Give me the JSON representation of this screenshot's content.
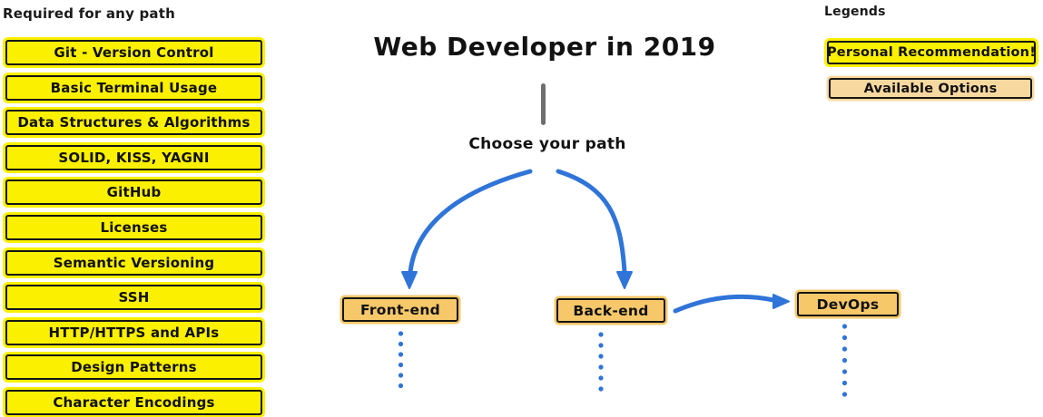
{
  "title": "Web Developer in 2019",
  "choose_path_label": "Choose your path",
  "required_section": {
    "heading": "Required for any path",
    "items": [
      "Git - Version Control",
      "Basic Terminal Usage",
      "Data Structures & Algorithms",
      "SOLID, KISS, YAGNI",
      "GitHub",
      "Licenses",
      "Semantic Versioning",
      "SSH",
      "HTTP/HTTPS and APIs",
      "Design Patterns",
      "Character Encodings"
    ]
  },
  "path_nodes": {
    "frontend": "Front-end",
    "backend": "Back-end",
    "devops": "DevOps"
  },
  "legend": {
    "heading": "Legends",
    "personal_recommendation": "Personal Recommendation!",
    "available_options": "Available Options"
  },
  "colors": {
    "recommendation_yellow": "#FBF000",
    "path_node_orange": "#F6C869",
    "available_option_tan": "#F7D89E",
    "arrow_blue": "#2F74D8",
    "stem_gray": "#6F6F6F",
    "border_black": "#151515"
  }
}
